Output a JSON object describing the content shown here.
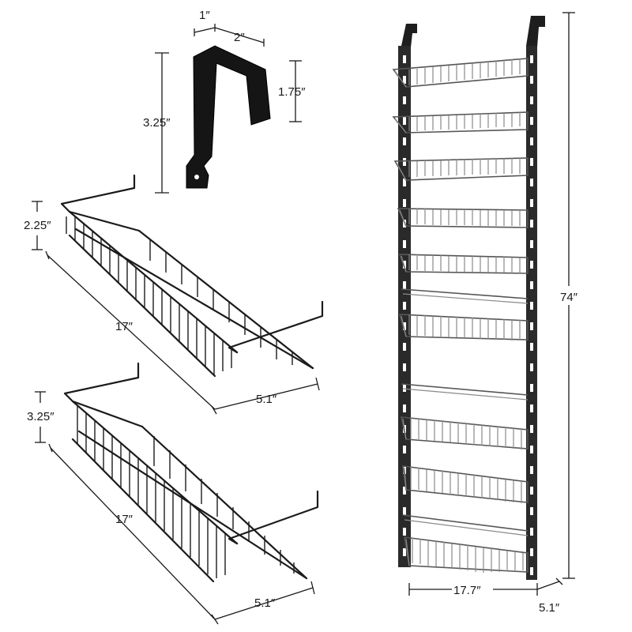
{
  "hook": {
    "width_a": "1″",
    "width_b": "2″",
    "height_total": "3.25″",
    "height_inner": "1.75″"
  },
  "basket_small": {
    "height": "2.25″",
    "length": "17″",
    "depth": "5.1″"
  },
  "basket_large": {
    "height": "3.25″",
    "length": "17″",
    "depth": "5.1″"
  },
  "rack": {
    "height": "74″",
    "width": "17.7″",
    "depth": "5.1″"
  },
  "colors": {
    "frame": "#2a2a2a",
    "chrome": "#8a8a8a",
    "hook": "#151515"
  }
}
